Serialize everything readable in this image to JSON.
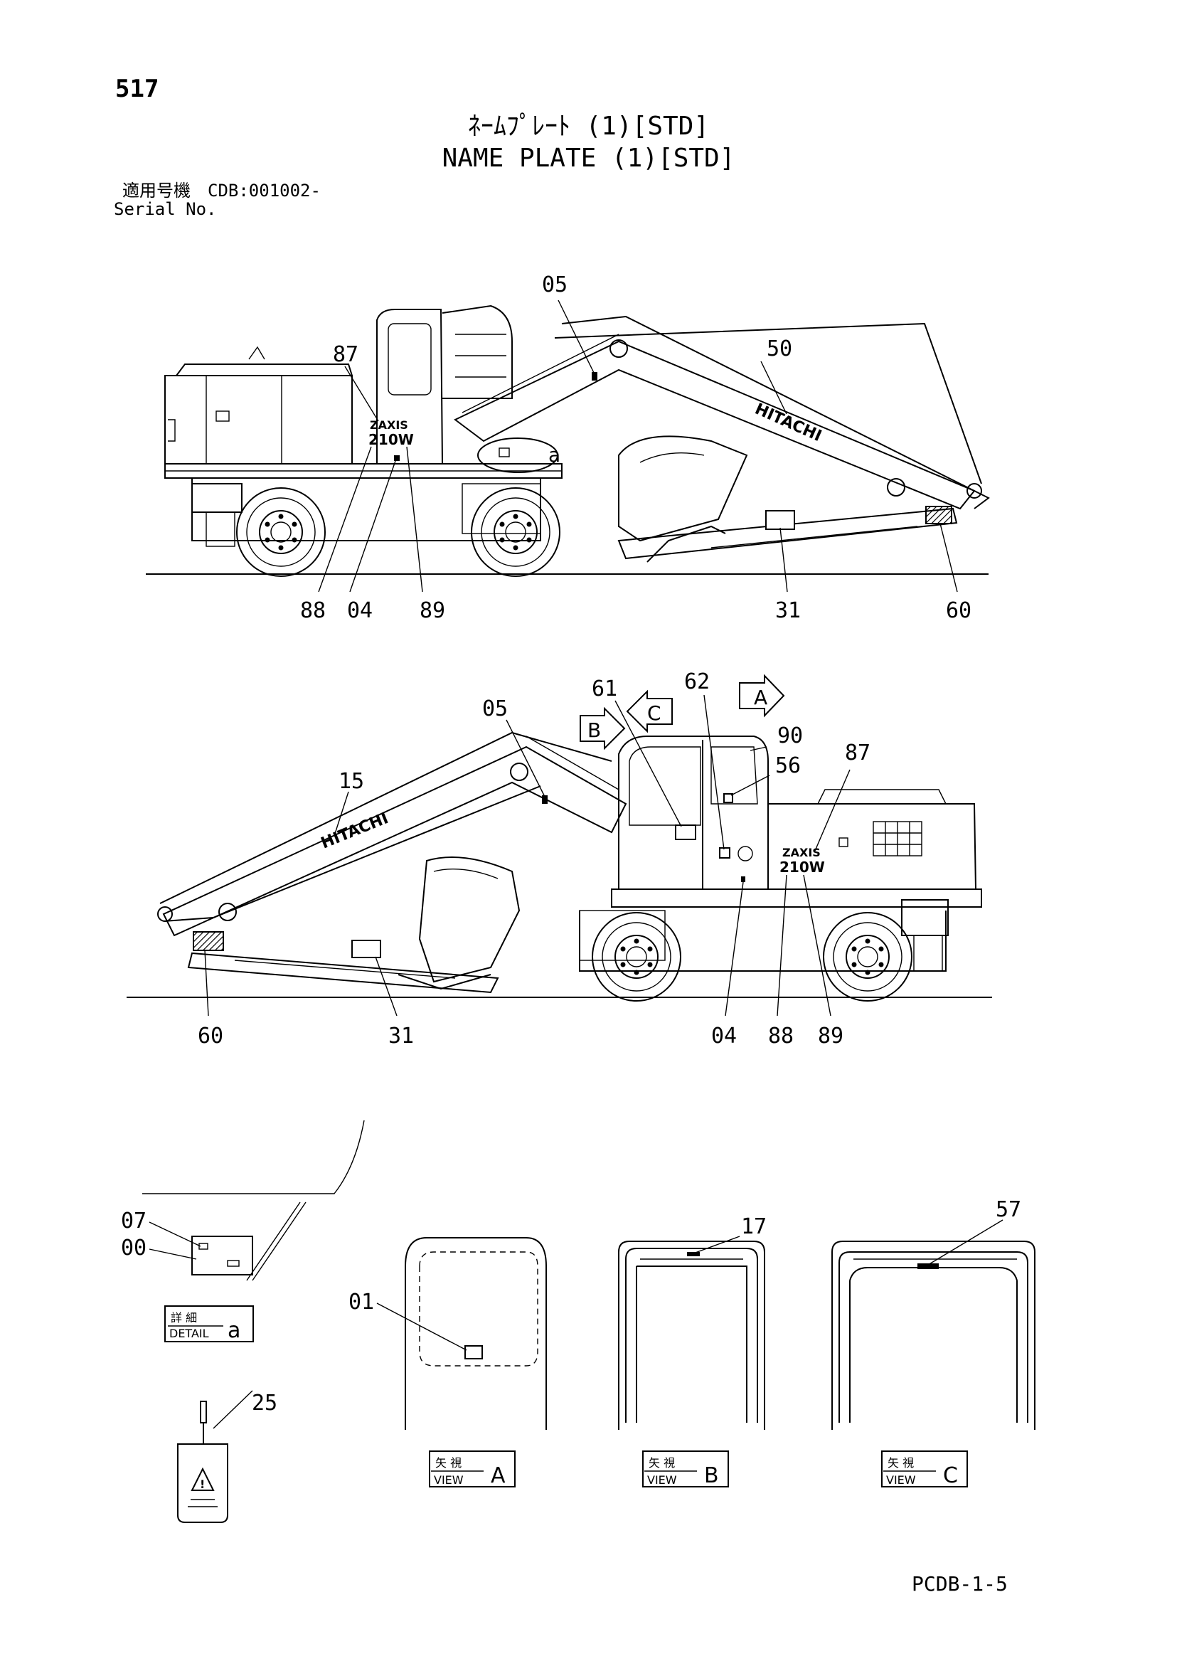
{
  "header": {
    "page_number": "517",
    "title_jp": "ﾈｰﾑﾌﾟﾚｰﾄ (1)[STD]",
    "title_en": "NAME PLATE (1)[STD]",
    "serial_jp": "適用号機　CDB:001002-",
    "serial_en": "Serial No."
  },
  "views": {
    "side_view_right": {
      "callouts": [
        "05",
        "87",
        "50",
        "88",
        "04",
        "89",
        "31",
        "60"
      ],
      "detail_marker": "a",
      "decals": {
        "brand": "HITACHI",
        "model_top": "ZAXIS",
        "model_bottom": "210W"
      }
    },
    "side_view_left": {
      "callouts": [
        "05",
        "61",
        "62",
        "90",
        "56",
        "87",
        "15",
        "60",
        "31",
        "04",
        "88",
        "89"
      ],
      "view_arrows": [
        "A",
        "B",
        "C"
      ],
      "decals": {
        "brand": "HITACHI",
        "model_top": "ZAXIS",
        "model_bottom": "210W"
      }
    },
    "detail_a": {
      "callouts": [
        "07",
        "00"
      ],
      "label_jp": "詳 細",
      "label_en": "DETAIL",
      "letter": "a"
    },
    "tag": {
      "callouts": [
        "25"
      ]
    },
    "view_a": {
      "callouts": [
        "01"
      ],
      "label_jp": "矢 視",
      "label_en": "VIEW",
      "letter": "A"
    },
    "view_b": {
      "callouts": [
        "17"
      ],
      "label_jp": "矢 視",
      "label_en": "VIEW",
      "letter": "B"
    },
    "view_c": {
      "callouts": [
        "57"
      ],
      "label_jp": "矢 視",
      "label_en": "VIEW",
      "letter": "C"
    }
  },
  "footer": {
    "code": "PCDB-1-5"
  }
}
